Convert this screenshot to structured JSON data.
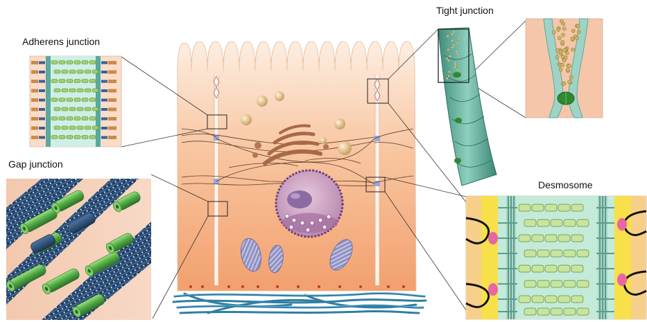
{
  "labels": {
    "adherens_junction": "Adherens junction",
    "gap_junction": "Gap junction",
    "tight_junction": "Tight junction",
    "desmosome": "Desmosome"
  },
  "colors": {
    "cytoplasm_top": "#fbe6d6",
    "cytoplasm_bottom": "#f3a876",
    "membrane": "#f4ddd0",
    "nucleus": "#c493b8",
    "nucleolus": "#8f6ba0",
    "mitochondria": "#8e8fbe",
    "vesicle": "#dcb881",
    "golgi": "#a76a4a",
    "basement_fibers": "#3d8fb1",
    "junction_teal": "#6fb6a9",
    "gap_blue": "#2b4c74",
    "gap_green": "#58b04e",
    "desmosome_yellow": "#f7e04a",
    "desmosome_pink": "#e866a4",
    "adherens_bg": "#cfeee6"
  }
}
